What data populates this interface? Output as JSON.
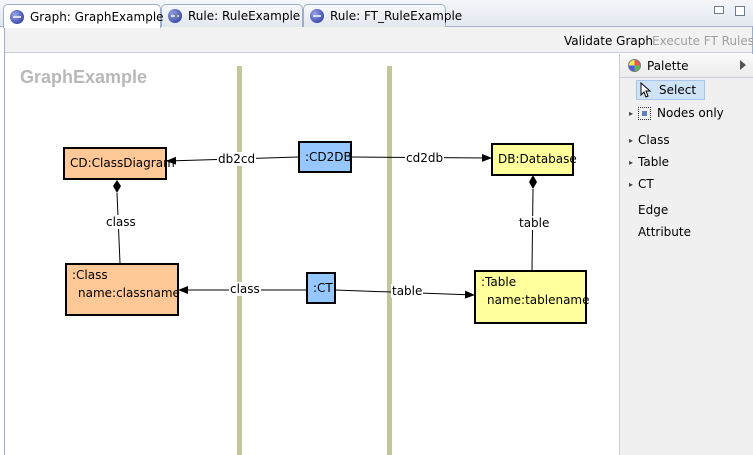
{
  "tabs": [
    {
      "label": "Graph: GraphExample",
      "active": true,
      "closable": true
    },
    {
      "label": "Rule: RuleExample",
      "active": false
    },
    {
      "label": "Rule: FT_RuleExample",
      "active": false
    }
  ],
  "toolbar": {
    "validate_label": "Validate Graph",
    "execute_label": "Execute FT Rules"
  },
  "graph": {
    "title": "GraphExample",
    "nodes": {
      "classdiagram": {
        "label": "CD:ClassDiagram",
        "color": "#ffc896"
      },
      "cd2db": {
        "label": ":CD2DB",
        "color": "#96c8ff"
      },
      "database": {
        "label": "DB:Database",
        "color": "#ffff9b"
      },
      "class": {
        "label": ":Class",
        "attribute": "name:classname",
        "color": "#ffc896"
      },
      "ct": {
        "label": ":CT",
        "color": "#96c8ff"
      },
      "table": {
        "label": ":Table",
        "attribute": "name:tablename",
        "color": "#ffff9b"
      }
    },
    "edges": {
      "db2cd": "db2cd",
      "cd2db": "cd2db",
      "class_composition": "class",
      "table_composition": "table",
      "ct_class": "class",
      "ct_table": "table"
    }
  },
  "palette": {
    "title": "Palette",
    "items": [
      {
        "label": "Select",
        "icon": "pointer-icon",
        "selected": true
      },
      {
        "label": "Nodes only",
        "icon": "marquee-icon",
        "expandable": true
      },
      {
        "label": "Class",
        "expandable": true
      },
      {
        "label": "Table",
        "expandable": true
      },
      {
        "label": "CT",
        "expandable": true
      },
      {
        "label": "Edge"
      },
      {
        "label": "Attribute"
      }
    ]
  },
  "colors": {
    "source_domain": "#ffc896",
    "correspondence": "#96c8ff",
    "target_domain": "#ffff9b",
    "domain_divider": "#c5c59a"
  }
}
